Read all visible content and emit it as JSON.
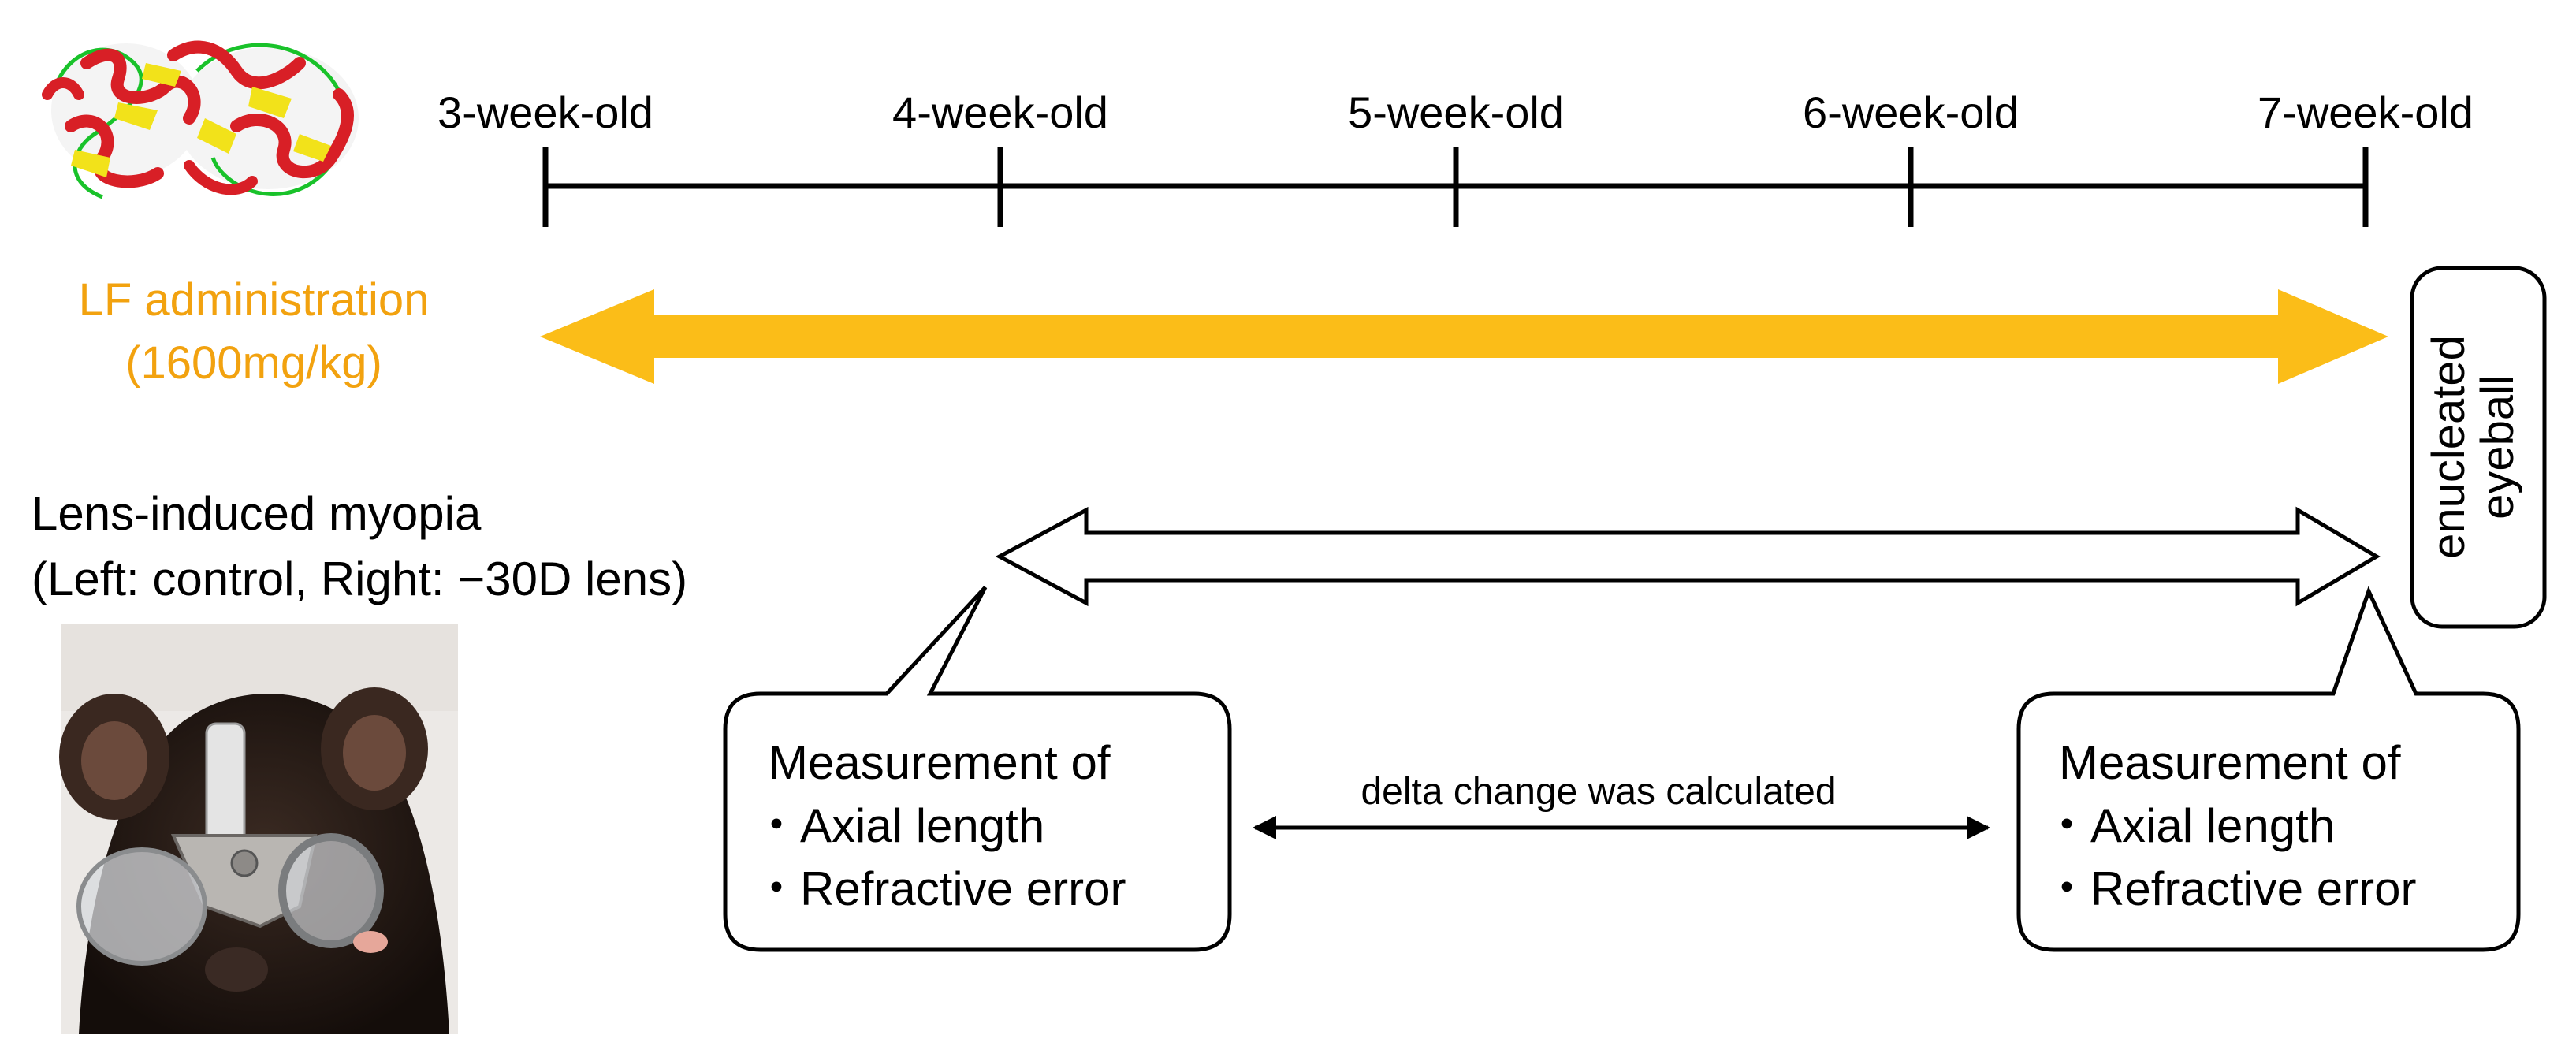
{
  "timeline": {
    "weeks": [
      "3-week-old",
      "4-week-old",
      "5-week-old",
      "6-week-old",
      "7-week-old"
    ]
  },
  "lf": {
    "line1": "LF administration",
    "line2": "(1600mg/kg)",
    "color": "#f2a20f",
    "arrow_color": "#fbbd18"
  },
  "lim": {
    "line1": "Lens-induced myopia",
    "line2": "(Left: control, Right: −30D lens)"
  },
  "eyeball": {
    "line1": "enucleated",
    "line2": "eyeball"
  },
  "measure_left": {
    "title": "Measurement of",
    "item1": "・Axial length",
    "item2": "・Refractive error"
  },
  "measure_right": {
    "title": "Measurement of",
    "item1": "・Axial length",
    "item2": "・Refractive error"
  },
  "delta": {
    "label": "delta change was calculated"
  }
}
